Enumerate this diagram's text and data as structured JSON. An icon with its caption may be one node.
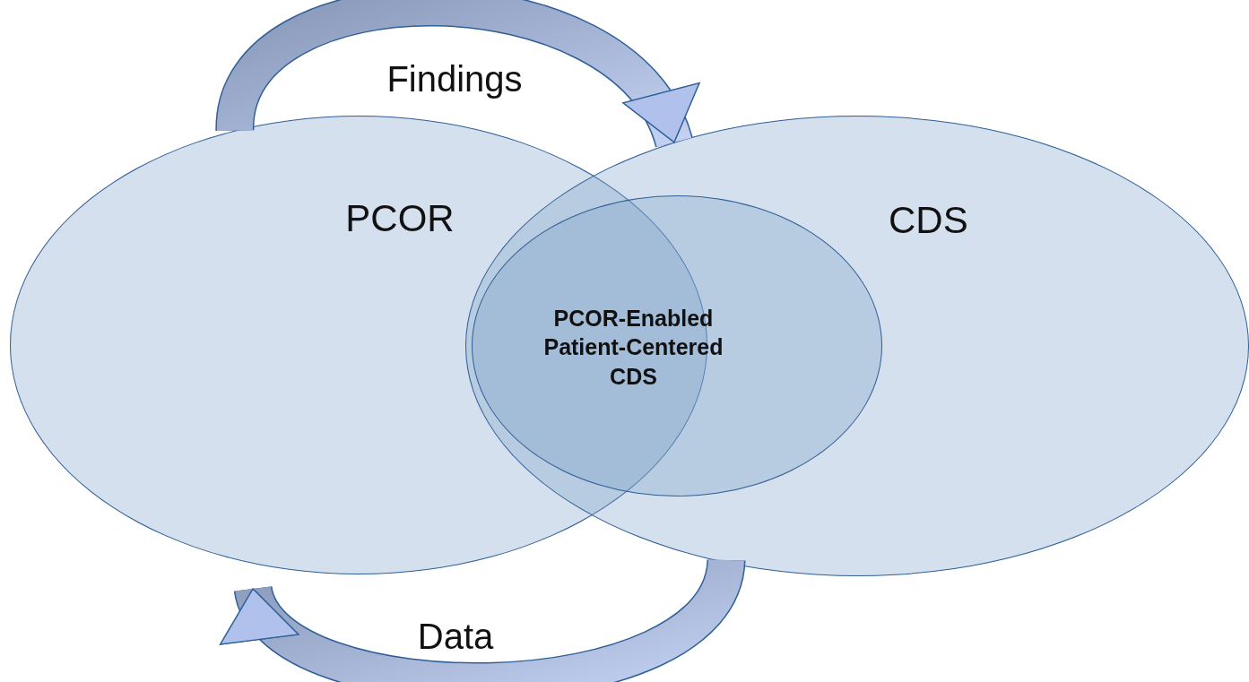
{
  "diagram": {
    "nodes": [
      {
        "text": [
          "PCOR"
        ]
      },
      {
        "text": [
          "CDS"
        ]
      },
      {
        "text": [
          "PCOR-Enabled Patient-Centered CDS"
        ],
        "in": 1
      }
    ],
    "edges": [
      {
        "from": 0,
        "to": 1,
        "arrow": "to",
        "label": "Findings"
      },
      {
        "from": 1,
        "to": 0,
        "arrow": "to",
        "label": "Data"
      }
    ]
  }
}
